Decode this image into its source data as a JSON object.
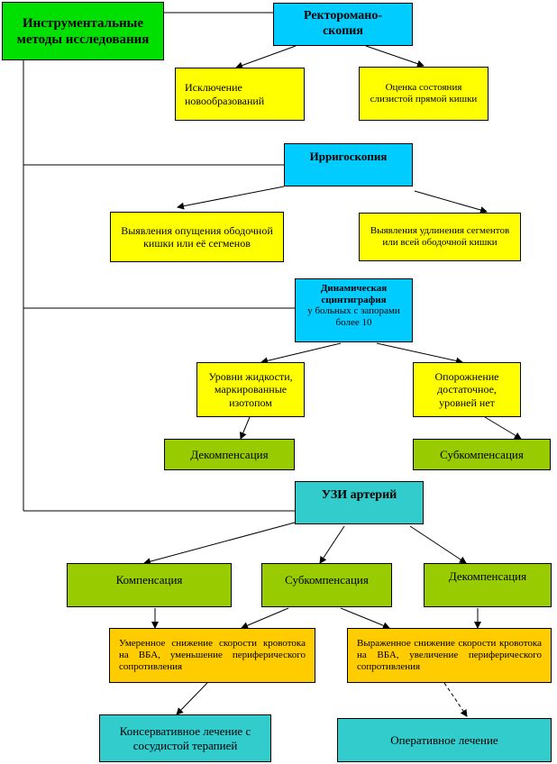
{
  "nodes": {
    "root": "Инструментальные методы исследования",
    "rectoscopy": "Ректороманоскопия",
    "rectoscopy_l1": "Ректороманo-",
    "rectoscopy_l2": "скопия",
    "exclusion": "Исключение новообразований",
    "mucosa": "Оценка состояния слизистой прямой кишки",
    "irrigoscopy": "Ирригоскопия",
    "colon_ptosis": "Выявления опущения ободочной кишки или её сегменов",
    "colon_elong": "Выявления удлинения сегментов или всей ободочной кишки",
    "scinti_title": "Динамическая сцинтиграфия",
    "scinti_sub": "у больных с запорами более 10",
    "fluid_levels": "Уровни жидкости, маркированные изотопом",
    "emptying": "Опорожнение достаточное, уровней нет",
    "decomp1": "Декомпенсация",
    "subcomp1": "Субкомпенсация",
    "uzi": "УЗИ артерий",
    "comp2": "Компенсация",
    "subcomp2": "Субкомпенсация",
    "decomp2": "Декомпенсация",
    "moderate": "Умеренное снижение скорости кровотока на ВБА, уменьшение периферического сопротивления",
    "severe": "Выраженное снижение скорости кровотока на ВБА, увеличение периферического сопротивления",
    "conservative": "Консервативное лечение с сосудистой терапией",
    "operative": "Оперативное лечение"
  }
}
